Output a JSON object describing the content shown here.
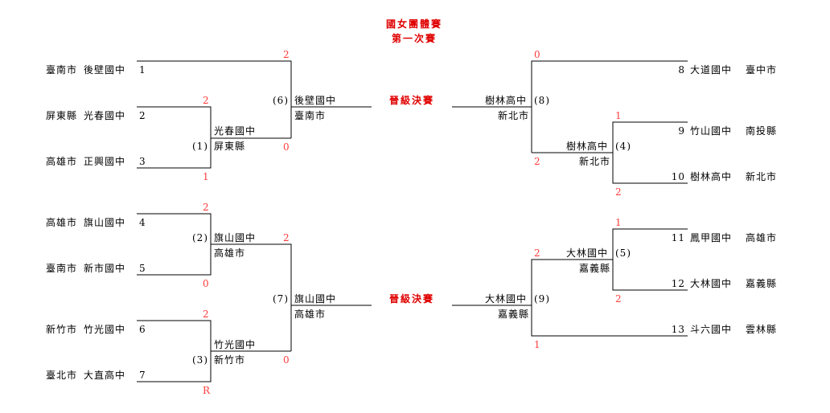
{
  "title": "國女團體賽",
  "subtitle": "第一次賽",
  "advance_label": "晉級決賽",
  "teams": [
    {
      "seed": "1",
      "city": "臺南市",
      "school": "後壁國中"
    },
    {
      "seed": "2",
      "city": "屏東縣",
      "school": "光春國中"
    },
    {
      "seed": "3",
      "city": "高雄市",
      "school": "正興國中"
    },
    {
      "seed": "4",
      "city": "高雄市",
      "school": "旗山國中"
    },
    {
      "seed": "5",
      "city": "臺南市",
      "school": "新市國中"
    },
    {
      "seed": "6",
      "city": "新竹市",
      "school": "竹光國中"
    },
    {
      "seed": "7",
      "city": "臺北市",
      "school": "大直高中"
    },
    {
      "seed": "8",
      "city": "臺中市",
      "school": "大道國中"
    },
    {
      "seed": "9",
      "city": "南投縣",
      "school": "竹山國中"
    },
    {
      "seed": "10",
      "city": "新北市",
      "school": "樹林高中"
    },
    {
      "seed": "11",
      "city": "高雄市",
      "school": "鳳甲國中"
    },
    {
      "seed": "12",
      "city": "嘉義縣",
      "school": "大林國中"
    },
    {
      "seed": "13",
      "city": "雲林縣",
      "school": "斗六國中"
    }
  ],
  "matches": {
    "m1": {
      "label": "(1)",
      "winner": "光春國中",
      "winner_city": "屏東縣",
      "score_a": "2",
      "score_b": "1"
    },
    "m2": {
      "label": "(2)",
      "winner": "旗山國中",
      "winner_city": "高雄市",
      "score_a": "2",
      "score_b": "0"
    },
    "m3": {
      "label": "(3)",
      "winner": "竹光國中",
      "winner_city": "新竹市",
      "score_a": "2",
      "score_b": "R"
    },
    "m4": {
      "label": "(4)",
      "winner": "樹林高中",
      "winner_city": "新北市",
      "score_a": "1",
      "score_b": "2"
    },
    "m5": {
      "label": "(5)",
      "winner": "大林國中",
      "winner_city": "嘉義縣",
      "score_a": "1",
      "score_b": "2"
    },
    "m6": {
      "label": "(6)",
      "winner": "後壁國中",
      "winner_city": "臺南市",
      "score_a": "2",
      "score_b": "0"
    },
    "m7": {
      "label": "(7)",
      "winner": "旗山國中",
      "winner_city": "高雄市",
      "score_a": "2",
      "score_b": "0"
    },
    "m8": {
      "label": "(8)",
      "winner": "樹林高中",
      "winner_city": "新北市",
      "score_a": "0",
      "score_b": "2"
    },
    "m9": {
      "label": "(9)",
      "winner": "大林國中",
      "winner_city": "嘉義縣",
      "score_a": "2",
      "score_b": "1"
    }
  }
}
